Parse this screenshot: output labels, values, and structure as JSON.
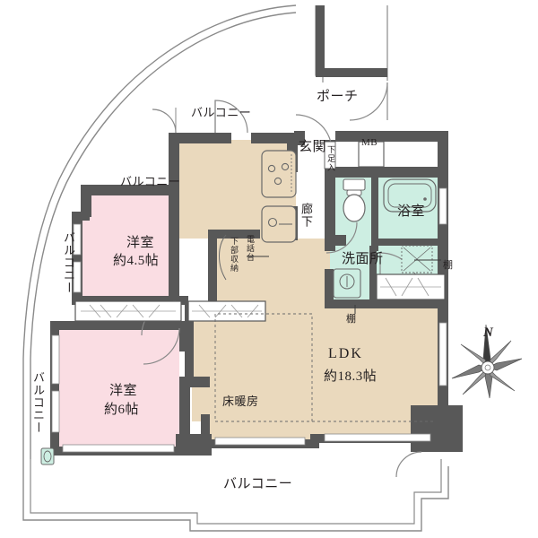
{
  "document": {
    "kind": "floor-plan",
    "title": "間取り図",
    "language": "ja"
  },
  "colors": {
    "wall_dark": "#585858",
    "wall_outline": "#3a3a3a",
    "bedroom_fill": "#fadde3",
    "living_fill": "#ead9bd",
    "wet_fill": "#cdeee2",
    "balcony_fill": "#ffffff",
    "thin_line": "#8a8a8a",
    "text": "#231f20",
    "white": "#ffffff"
  },
  "rooms": [
    {
      "id": "bedroom-45",
      "name": "洋室",
      "area": "約4.5帖",
      "fill": "#fadde3"
    },
    {
      "id": "bedroom-6",
      "name": "洋室",
      "area": "約6帖",
      "fill": "#fadde3"
    },
    {
      "id": "ldk",
      "name": "LDK",
      "area": "約18.3帖",
      "fill": "#ead9bd"
    },
    {
      "id": "bathroom",
      "name": "浴室",
      "area": "",
      "fill": "#cdeee2"
    },
    {
      "id": "washroom",
      "name": "洗面所",
      "area": "",
      "fill": "#cdeee2"
    },
    {
      "id": "entrance",
      "name": "玄関",
      "area": "",
      "fill": "#ffffff"
    },
    {
      "id": "corridor",
      "name": "廊下",
      "area": "",
      "fill": "#ffffff"
    },
    {
      "id": "porch",
      "name": "ポーチ",
      "area": "",
      "fill": "#ffffff"
    }
  ],
  "labels": {
    "porch": "ポーチ",
    "entrance": "玄関",
    "shoe_box": "下足入",
    "meter_box": "MB",
    "corridor": "廊下",
    "bathroom": "浴室",
    "washroom": "洗面所",
    "shelf_right": "棚",
    "shelf_low": "棚",
    "phone_stand": "電話台",
    "lower_storage": "下部収納",
    "floor_heating": "床暖房",
    "bedroom_name": "洋室",
    "bedroom_45_area": "約4.5帖",
    "bedroom_6_area": "約6帖",
    "ldk_name": "LDK",
    "ldk_area": "約18.3帖",
    "balcony": "バルコニー",
    "compass_north": "N"
  },
  "balconies": [
    {
      "id": "balcony-top-1",
      "text": "バルコニー",
      "orientation": "horizontal"
    },
    {
      "id": "balcony-top-2",
      "text": "バルコニー",
      "orientation": "horizontal"
    },
    {
      "id": "balcony-left-mid",
      "text": "バルコニー",
      "orientation": "vertical"
    },
    {
      "id": "balcony-left-low",
      "text": "バルコニー",
      "orientation": "vertical"
    },
    {
      "id": "balcony-bottom",
      "text": "バルコニー",
      "orientation": "horizontal"
    }
  ],
  "fixtures": [
    {
      "id": "stove",
      "name": "gas-stove-icon",
      "burners": 3
    },
    {
      "id": "sink",
      "name": "kitchen-sink-icon"
    },
    {
      "id": "toilet",
      "name": "toilet-icon"
    },
    {
      "id": "bathtub",
      "name": "bathtub-icon"
    },
    {
      "id": "vanity",
      "name": "vanity-sink-icon"
    },
    {
      "id": "washer",
      "name": "washer-space-icon"
    },
    {
      "id": "tap",
      "name": "water-tap-icon"
    },
    {
      "id": "closet1",
      "name": "closet-hanger-icon"
    },
    {
      "id": "closet2",
      "name": "closet-hanger-icon"
    },
    {
      "id": "closet3",
      "name": "closet-hanger-icon"
    }
  ],
  "compass": {
    "label": "N",
    "name": "compass-rose"
  }
}
